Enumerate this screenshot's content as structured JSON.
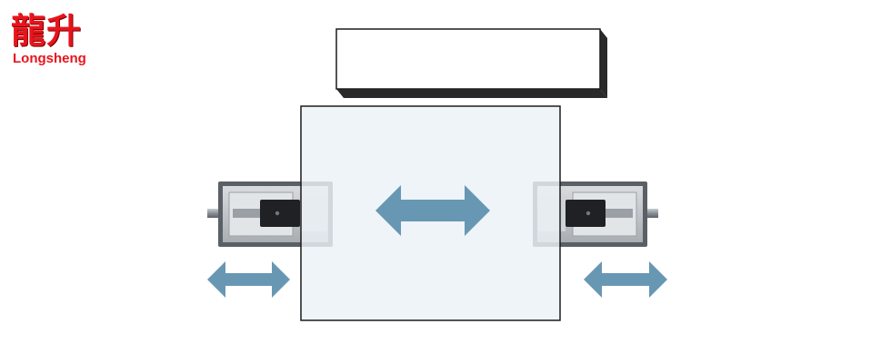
{
  "logo": {
    "cn": "龍升",
    "en": "Longsheng"
  },
  "colors": {
    "brand": "#e8141c",
    "arrow": "#6897b4",
    "panel": "#ecf2f6",
    "outline": "#1c1c1c"
  },
  "icons": {
    "center_arrow": "double-headed-arrow",
    "left_arrow": "double-headed-arrow",
    "right_arrow": "double-headed-arrow"
  }
}
